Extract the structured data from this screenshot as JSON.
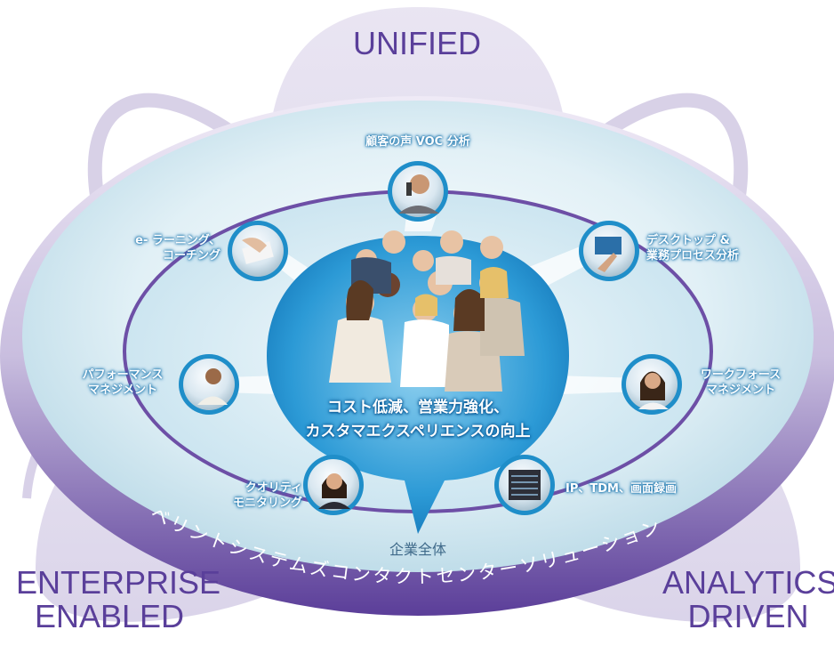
{
  "corner_labels": {
    "top": "UNIFIED",
    "left_line1": "ENTERPRISE",
    "left_line2": "ENABLED",
    "right_line1": "ANALYTICS",
    "right_line2": "DRIVEN"
  },
  "nodes": {
    "voc": {
      "line1": "顧客の声 VOC 分析",
      "icon": "phone-call-person"
    },
    "desktop": {
      "line1": "デスクトップ &",
      "line2": "業務プロセス分析",
      "icon": "pointing-finger"
    },
    "workforce": {
      "line1": "ワークフォース",
      "line2": "マネジメント",
      "icon": "headset-agent"
    },
    "recording": {
      "line1": "IP、TDM、画面録画",
      "icon": "server-rack"
    },
    "quality": {
      "line1": "クオリティ",
      "line2": "モニタリング",
      "icon": "headset-agent"
    },
    "performance": {
      "line1": "パフォーマンス",
      "line2": "マネジメント",
      "icon": "presenter-person"
    },
    "elearning": {
      "line1": "e- ラーニング、",
      "line2": "コーチング",
      "icon": "hand-writing"
    }
  },
  "center": {
    "line1": "コスト低減、営業力強化、",
    "line2": "カスタマエクスペリエンスの向上",
    "image": "team-group-photo"
  },
  "company_label": "企業全体",
  "ring_text": "ベリントシステムズコンタクトセンターソリューション",
  "colors": {
    "purple": "#5a3f9a",
    "ring": "#5b3e99",
    "ellipse_fill": "#cfe8f2",
    "node_blue": "#1f8ec9",
    "text_glow": "#1f78b0"
  }
}
